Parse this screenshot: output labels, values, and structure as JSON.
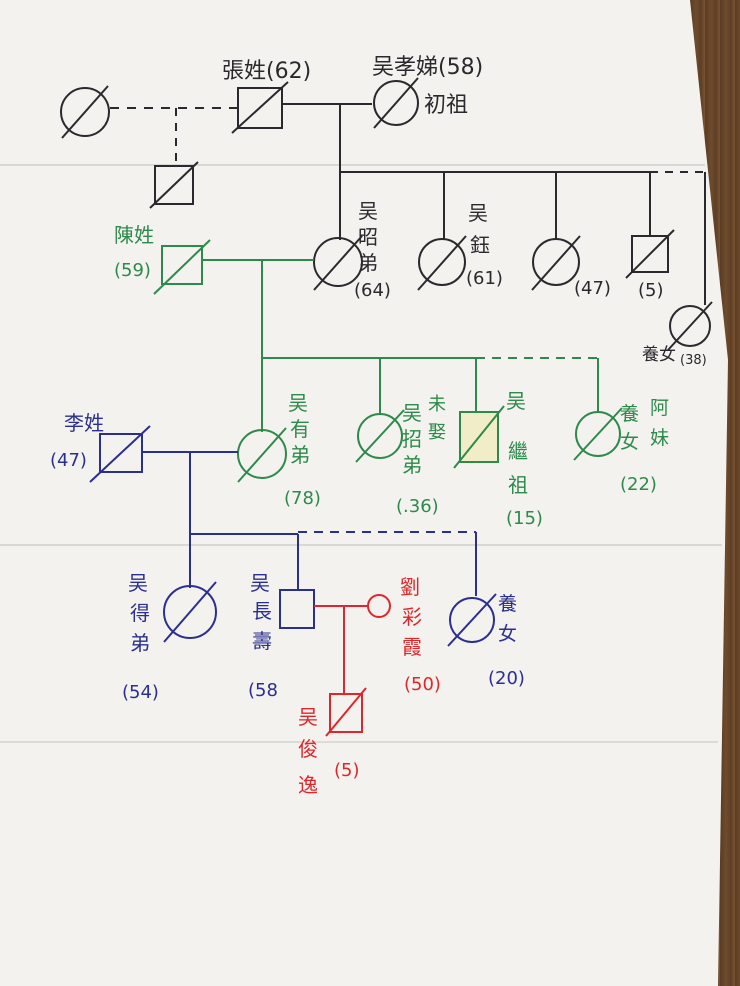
{
  "colors": {
    "black": "#2a2a2e",
    "green": "#2e8a4a",
    "blue": "#2b2f8f",
    "red": "#e0262a",
    "paper": "#f3f2ef"
  },
  "labels": {
    "zhang": "張姓(62)",
    "wu_xiaodi": "吴孝娣(58)",
    "chuzu": "初祖",
    "chen": "陳姓",
    "chen_age": "(59)",
    "wu_zhaodi_1": "吴",
    "wu_zhaodi_2": "昭",
    "wu_zhaodi_3": "弟",
    "wu_zhaodi_age": "(64)",
    "wu_yu_1": "吴",
    "wu_yu_2": "鈺",
    "wu_yu_age": "(61)",
    "age_47f": "(47)",
    "age_5m": "(5)",
    "yangnu_38": "養女",
    "yangnu_38_age": "(38)",
    "li": "李姓",
    "li_age": "(47)",
    "wu_youdi_1": "吴",
    "wu_youdi_2": "有",
    "wu_youdi_3": "弟",
    "wu_youdi_age": "(78)",
    "wu_zhaodi2_1": "吴",
    "wu_zhaodi2_2": "招",
    "wu_zhaodi2_3": "弟",
    "weiqu_1": "未",
    "weiqu_2": "娶",
    "wu_zhaodi2_age": "(.36)",
    "wu_jizu_1": "吴",
    "wu_jizu_2": "繼",
    "wu_jizu_3": "祖",
    "wu_jizu_age": "(15)",
    "yangnu_22_1": "養",
    "yangnu_22_2": "女",
    "amei_1": "阿",
    "amei_2": "妹",
    "yangnu_22_age": "(22)",
    "wu_dedi_1": "吴",
    "wu_dedi_2": "得",
    "wu_dedi_3": "弟",
    "wu_dedi_age": "(54)",
    "wu_changshou_1": "吴",
    "wu_changshou_2": "長",
    "wu_changshou_3": "壽",
    "wu_changshou_age": "(58",
    "liu_1": "劉",
    "liu_2": "彩",
    "liu_3": "霞",
    "liu_age": "(50)",
    "yangnu_20_1": "養",
    "yangnu_20_2": "女",
    "yangnu_20_age": "(20)",
    "wu_junyi_1": "吴",
    "wu_junyi_2": "俊",
    "wu_junyi_3": "逸",
    "wu_junyi_age": "(5)"
  }
}
